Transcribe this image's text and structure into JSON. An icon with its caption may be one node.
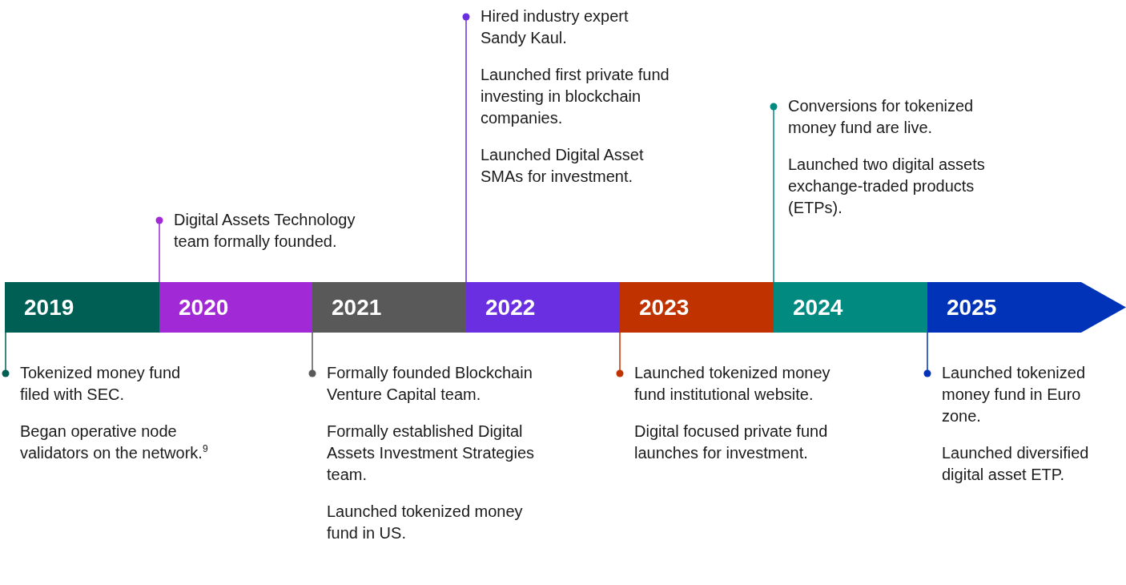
{
  "diagram": {
    "nodes": [
      {
        "text": [
          "2019"
        ]
      },
      {
        "text": [
          "2020"
        ]
      },
      {
        "text": [
          "2021"
        ]
      },
      {
        "text": [
          "2022"
        ]
      },
      {
        "text": [
          "2023"
        ]
      },
      {
        "text": [
          "2024"
        ]
      },
      {
        "text": [
          "2025"
        ]
      },
      {
        "text": [
          "Tokenized money fund filed with SEC.",
          "Began operative node validators on the network.$^{9}$"
        ]
      },
      {
        "text": [
          "Digital Assets Technology team formally founded."
        ]
      },
      {
        "text": [
          "Formally founded Blockchain Venture Capital team.",
          "Formally established Digital Assets Investment Strategies team.",
          "Launched tokenized money fund in US."
        ]
      },
      {
        "text": [
          "Hired industry expert Sandy Kaul.",
          "Launched first private fund investing in blockchain companies.",
          "Launched Digital Asset SMAs for investment."
        ]
      },
      {
        "text": [
          "Launched tokenized money fund institutional website.",
          "Digital focused private fund launches for investment."
        ]
      },
      {
        "text": [
          "Conversions for tokenized money fund are live.",
          "Launched two digital assets exchange-traded products (ETPs)."
        ]
      },
      {
        "text": [
          "Launched tokenized money fund in Euro zone.",
          "Launched diversified digital asset ETP."
        ]
      }
    ],
    "edges": [
      {
        "from": 7,
        "to": 0,
        "arrow": "other",
        "color": "#005f55"
      },
      {
        "from": 8,
        "to": 1,
        "arrow": "other",
        "color": "#a12ad6"
      },
      {
        "from": 9,
        "to": 2,
        "arrow": "other",
        "color": "#595959"
      },
      {
        "from": 10,
        "to": 3,
        "arrow": "other",
        "color": "#6a2fe0"
      },
      {
        "from": 11,
        "to": 4,
        "arrow": "other",
        "color": "#c03200"
      },
      {
        "from": 12,
        "to": 5,
        "arrow": "other",
        "color": "#008a80"
      },
      {
        "from": 13,
        "to": 6,
        "arrow": "other",
        "color": "#0033b8"
      }
    ]
  }
}
